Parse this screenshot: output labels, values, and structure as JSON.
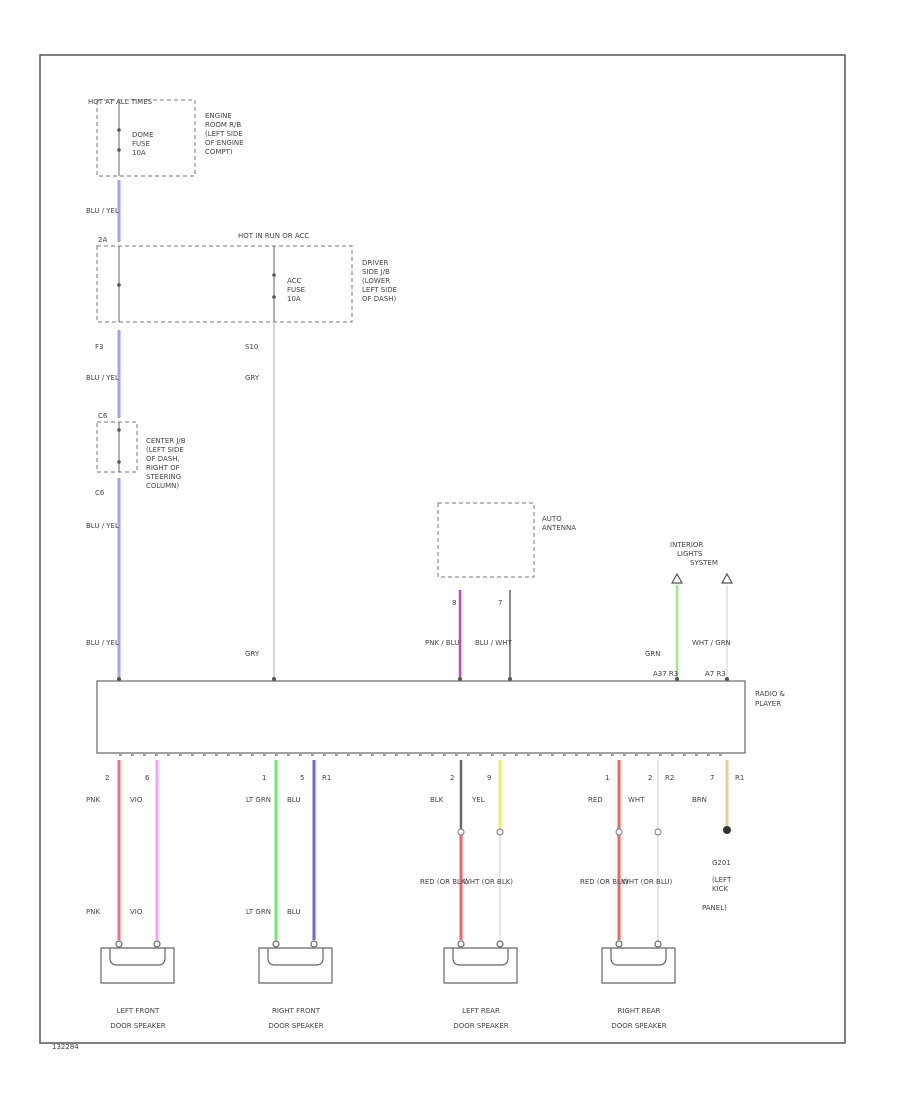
{
  "diagram": {
    "hot_at_all_times": "HOT AT ALL TIMES",
    "engine_room_box": {
      "fuse": [
        "DOME",
        "FUSE",
        "10A"
      ],
      "location": [
        "ENGINE",
        "ROOM R/B",
        "(LEFT SIDE",
        "OF ENGINE",
        "COMPT)"
      ]
    },
    "hot_in_run": "HOT IN RUN OR ACC",
    "driver_jb_box": {
      "connector_top": "2A",
      "fuse": [
        "ACC",
        "FUSE",
        "10A"
      ],
      "location": [
        "DRIVER",
        "SIDE J/B",
        "(LOWER",
        "LEFT SIDE",
        "OF DASH)"
      ],
      "pin_left": "F3",
      "pin_right": "S10"
    },
    "center_jb": {
      "connector_top": "C6",
      "connector_bottom": "C6",
      "location": [
        "CENTER J/B",
        "(LEFT SIDE",
        "OF DASH,",
        "RIGHT OF",
        "STEERING",
        "COLUMN)"
      ]
    },
    "auto_antenna": {
      "label": [
        "AUTO",
        "ANTENNA"
      ],
      "pin_a": "8",
      "pin_b": "7"
    },
    "interior_lights": {
      "label": [
        "INTERIOR",
        "LIGHTS",
        "SYSTEM"
      ]
    },
    "radio": {
      "label": [
        "RADIO &",
        "PLAYER"
      ],
      "conn_a": "A37 R3",
      "conn_b": "A7 R3"
    },
    "g201": {
      "pin": "7",
      "conn": "R1",
      "wire": "BRN",
      "label": [
        "G201",
        "(LEFT",
        "KICK",
        "PANEL)"
      ]
    },
    "wires": {
      "blu_yel": "BLU / YEL",
      "gry": "GRY",
      "pnk_blu": "PNK / BLU",
      "blu_wht": "BLU / WHT",
      "grn": "GRN",
      "wht_grn": "WHT / GRN",
      "pnk": "PNK",
      "vio": "VIO",
      "lt_grn": "LT GRN",
      "blu": "BLU",
      "blk": "BLK",
      "yel": "YEL",
      "red": "RED",
      "wht": "WHT",
      "red_or_blk": "RED (OR BLK)",
      "wht_or_blk": "WHT (OR BLK)",
      "wht_or_blu": "WHT (OR BLU)"
    },
    "pins": {
      "lf_pin1": "2",
      "lf_pin2": "6",
      "rf_pin1": "1",
      "rf_pin2": "5",
      "rf_conn": "R1",
      "lr_pin1": "2",
      "lr_pin2": "9",
      "rr_pin1": "1",
      "rr_pin2": "2",
      "rr_conn": "R2"
    },
    "speakers": [
      {
        "line1": "LEFT FRONT",
        "line2": "DOOR SPEAKER"
      },
      {
        "line1": "RIGHT FRONT",
        "line2": "DOOR SPEAKER"
      },
      {
        "line1": "LEFT REAR",
        "line2": "DOOR SPEAKER"
      },
      {
        "line1": "RIGHT REAR",
        "line2": "DOOR SPEAKER"
      }
    ],
    "figure_id": "132284"
  },
  "colors": {
    "blu_yel": "#a3a3f0",
    "gry": "#c8c8c8",
    "pnk_blu": "#cc44cc",
    "blu_wht": "#888888",
    "grn": "#99ee88",
    "pnk": "#f07080",
    "vio": "#f2a0f2",
    "lt_grn": "#66ee66",
    "blu": "#6666ee",
    "blk": "#666666",
    "yel": "#eeee66",
    "red": "#ee6666",
    "brn": "#e8cc99",
    "line": "#555555"
  }
}
